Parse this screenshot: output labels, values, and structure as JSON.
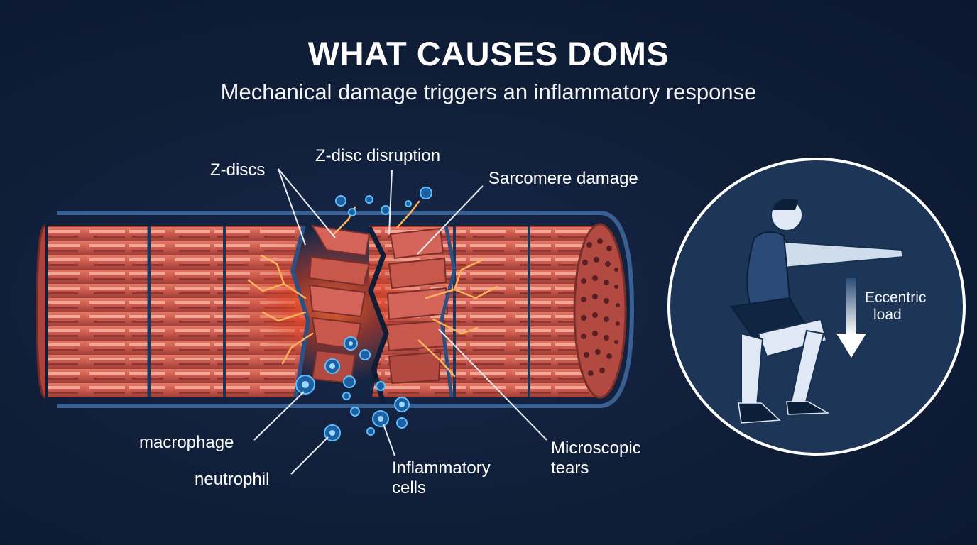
{
  "header": {
    "title": "WHAT CAUSES DOMS",
    "subtitle": "Mechanical damage triggers an inflammatory response"
  },
  "labels": {
    "z_discs": "Z-discs",
    "z_disc_disruption": "Z-disc disruption",
    "sarcomere_damage": "Sarcomere damage",
    "macrophage": "macrophage",
    "neutrophil": "neutrophil",
    "inflammatory_cells": [
      "Inflammatory",
      "cells"
    ],
    "microscopic_tears": [
      "Microscopic",
      "tears"
    ],
    "eccentric_load": [
      "Eccentric",
      "load"
    ]
  },
  "colors": {
    "background": "#0f1d36",
    "muscle": "#c7574c",
    "muscle_band": "#f08a7a",
    "damage_glow": "#ff5a2a",
    "cell": "#3aa0e6",
    "circle_fill": "#1d3556",
    "line": "#e8ecf2"
  }
}
